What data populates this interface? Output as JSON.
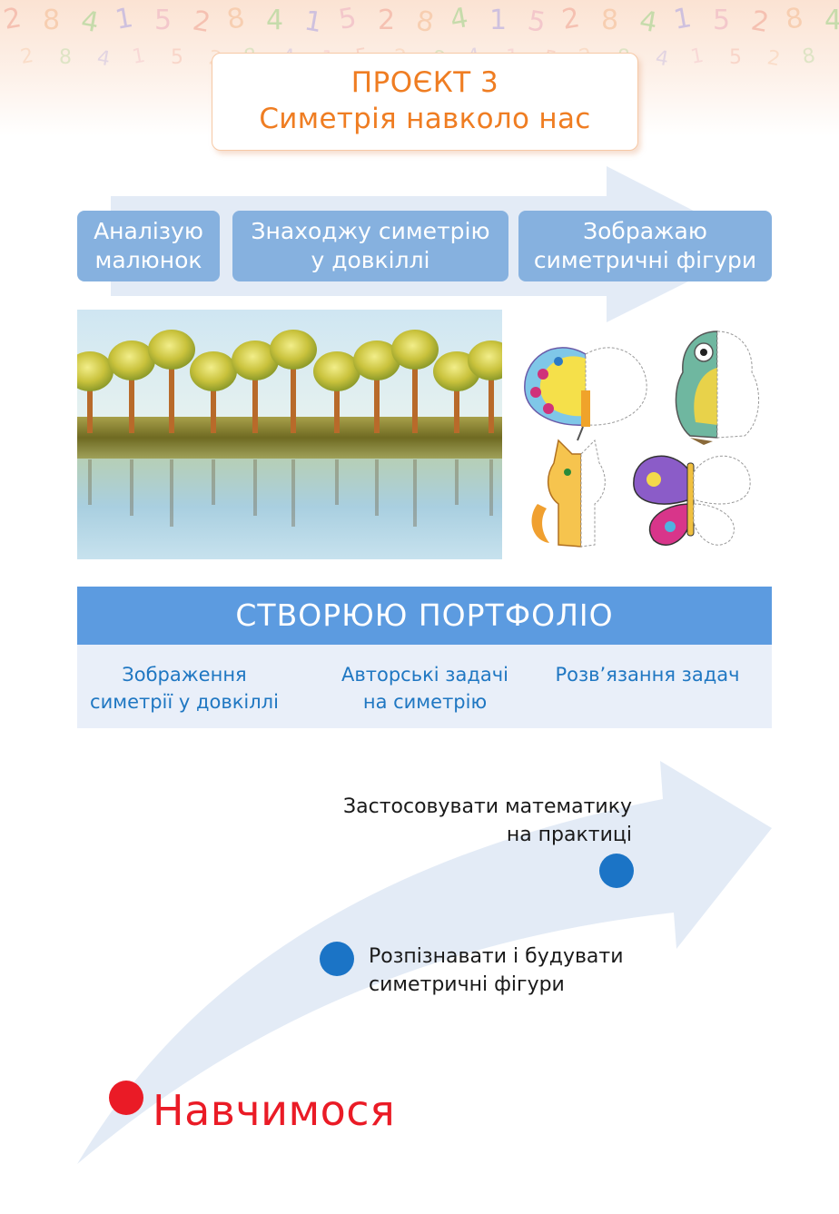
{
  "header": {
    "project_label": "ПРОЄКТ 3",
    "project_title": "Симетрія навколо нас",
    "digits": [
      "2",
      "8",
      "4",
      "1",
      "5",
      "2",
      "8",
      "4",
      "1",
      "5",
      "2",
      "8",
      "4",
      "1",
      "5",
      "2",
      "8",
      "4",
      "1",
      "5",
      "2",
      "8",
      "4"
    ]
  },
  "steps": [
    {
      "label": "Аналізую\nмалюнок"
    },
    {
      "label": "Знаходжу симетрію\nу довкіллі"
    },
    {
      "label": "Зображаю\nсиметричні фігури"
    }
  ],
  "portfolio": {
    "title": "СТВОРЮЮ ПОРТФОЛІО",
    "items": [
      {
        "label": "Зображення\nсиметрії у довкіллі"
      },
      {
        "label": "Авторські задачі\nна симетрію"
      },
      {
        "label": "Розв’язання задач"
      }
    ]
  },
  "goals": [
    {
      "label": "Застосовувати математику\nна практиці"
    },
    {
      "label": "Розпізнавати і будувати\nсиметричні фігури"
    }
  ],
  "learn_label": "Навчимося",
  "colors": {
    "accent_orange": "#ef7d22",
    "step_blue": "#86b1df",
    "portfolio_blue": "#5c9be0",
    "text_blue": "#1f77c2",
    "dot_blue": "#1b74c6",
    "dot_red": "#ea1b26"
  }
}
